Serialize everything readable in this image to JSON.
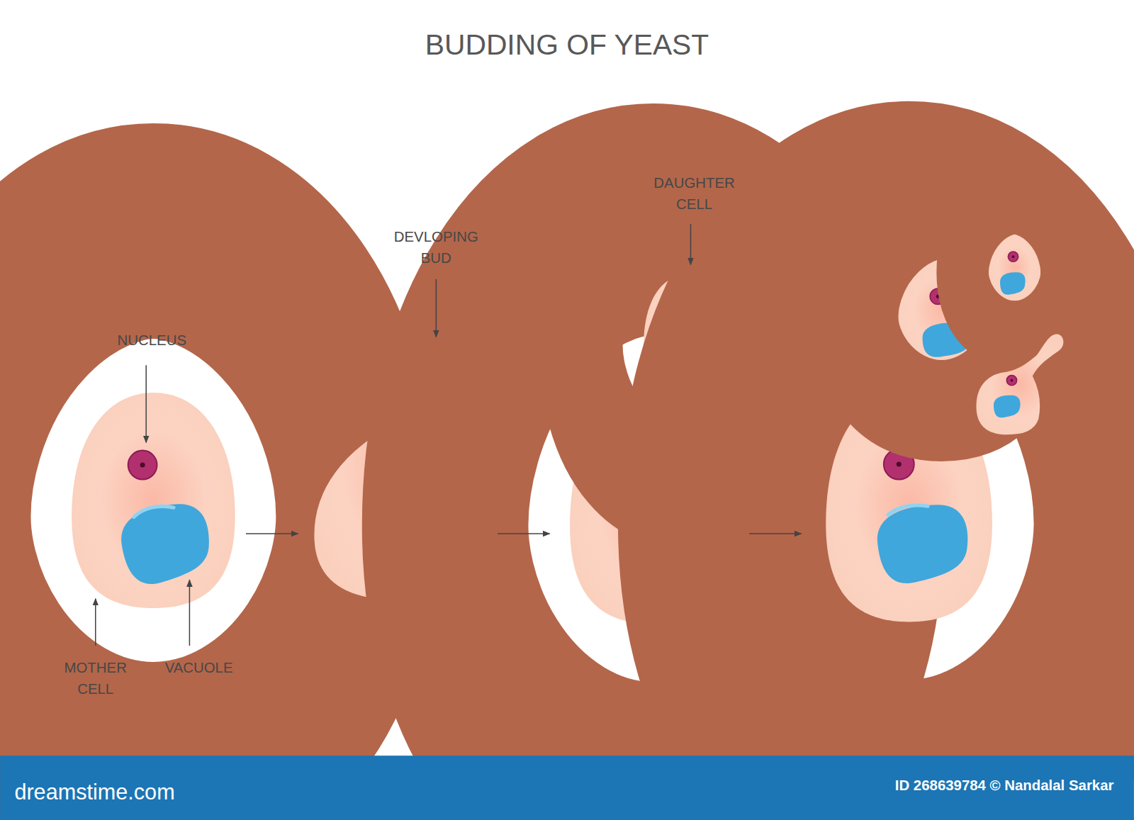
{
  "diagram": {
    "title": "BUDDING OF YEAST",
    "labels": [
      "NUCLEUS",
      "DEVLOPING BUD",
      "DAUGHTER CELL",
      "MOTHER CELL",
      "VACUOLE",
      "dreamstime.com",
      "ID 268639784 © Nandalal Sarkar"
    ]
  }
}
